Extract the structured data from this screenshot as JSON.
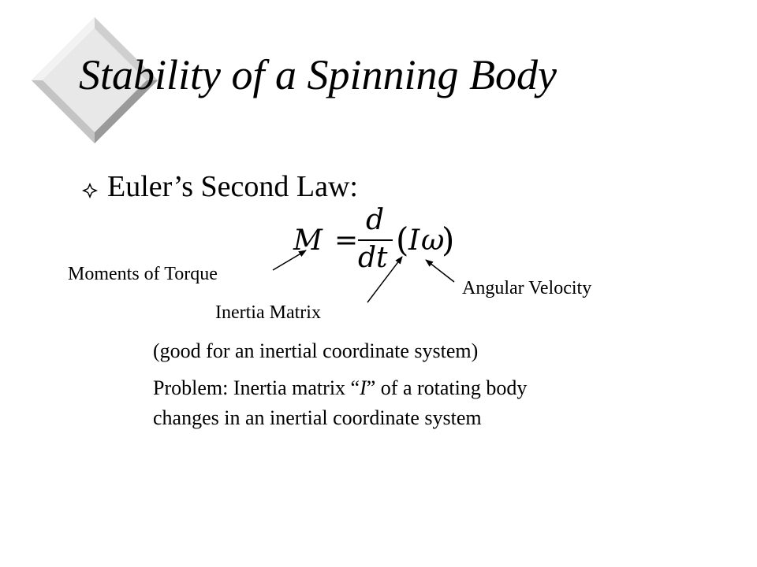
{
  "slide": {
    "title": "Stability of a Spinning Body",
    "bullet_icon": "diamond-bullet-icon",
    "bullet_text": "Euler’s Second Law:",
    "equation": {
      "lhs": "M",
      "equals": "=",
      "numerator": "d",
      "denominator": "dt",
      "open_paren": "(",
      "inertia_symbol": "I",
      "omega_symbol": "ω",
      "close_paren": ")"
    },
    "labels": {
      "torque": "Moments of Torque",
      "inertia": "Inertia Matrix",
      "angular": "Angular Velocity"
    },
    "note": "(good for an inertial coordinate system)",
    "problem": {
      "prefix": "Problem:  Inertia matrix “",
      "symbol": "I",
      "suffix": "” of a rotating body",
      "line2": "changes in an inertial coordinate system"
    }
  },
  "colors": {
    "diamond_face": "#e6e6e6",
    "diamond_shadow": "#a8a8a8",
    "diamond_light": "#ffffff",
    "text": "#000000"
  }
}
